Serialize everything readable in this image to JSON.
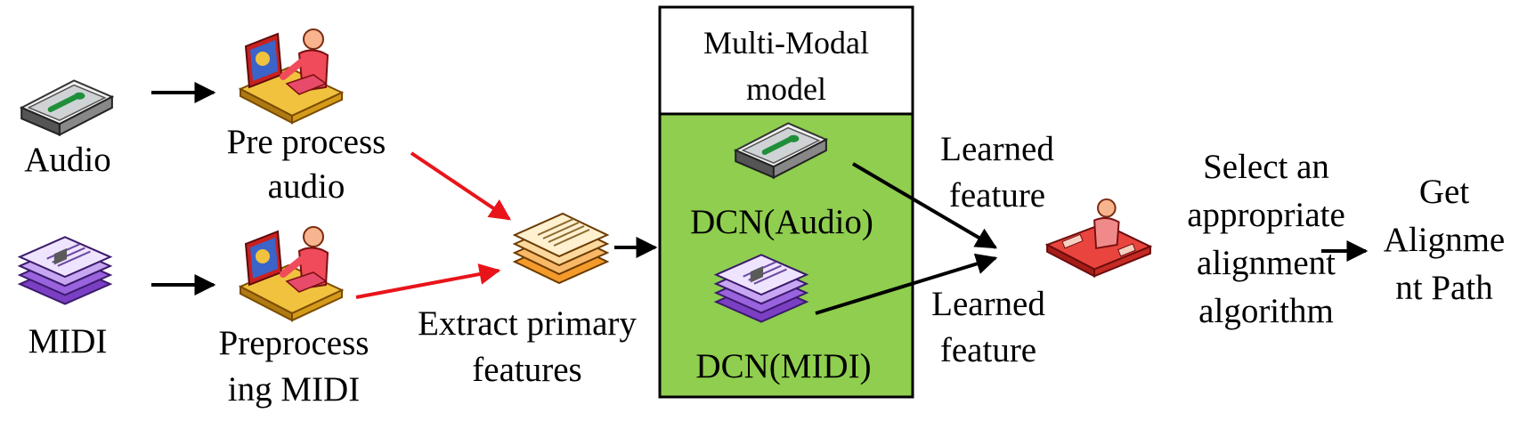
{
  "inputs": {
    "audio": {
      "label": "Audio",
      "icon": "audio-drive-icon"
    },
    "midi": {
      "label": "MIDI",
      "icon": "midi-document-stack-icon"
    }
  },
  "steps": {
    "preprocess_audio": {
      "lines": [
        "Pre process",
        "audio"
      ],
      "icon": "person-at-computer-icon"
    },
    "preprocess_midi": {
      "lines": [
        "Preprocess",
        "ing MIDI"
      ],
      "icon": "person-at-computer-icon"
    },
    "extract": {
      "lines": [
        "Extract primary",
        "features"
      ],
      "icon": "feature-documents-icon"
    },
    "model": {
      "title_lines": [
        "Multi-Modal",
        "model"
      ],
      "dcn_audio": "DCN(Audio)",
      "dcn_midi": "DCN(MIDI)"
    },
    "learned_audio": {
      "lines": [
        "Learned",
        "feature"
      ]
    },
    "learned_midi": {
      "lines": [
        "Learned",
        "feature"
      ]
    },
    "select": {
      "lines": [
        "Select an",
        "appropriate",
        "alignment",
        "algorithm"
      ],
      "icon": "person-at-desk-icon"
    },
    "output": {
      "lines": [
        "Get",
        "Alignme",
        "nt Path"
      ]
    }
  },
  "colors": {
    "model_fill": "#8fce4f",
    "red_arrow": "#e8141a",
    "black_arrow": "#000000"
  }
}
